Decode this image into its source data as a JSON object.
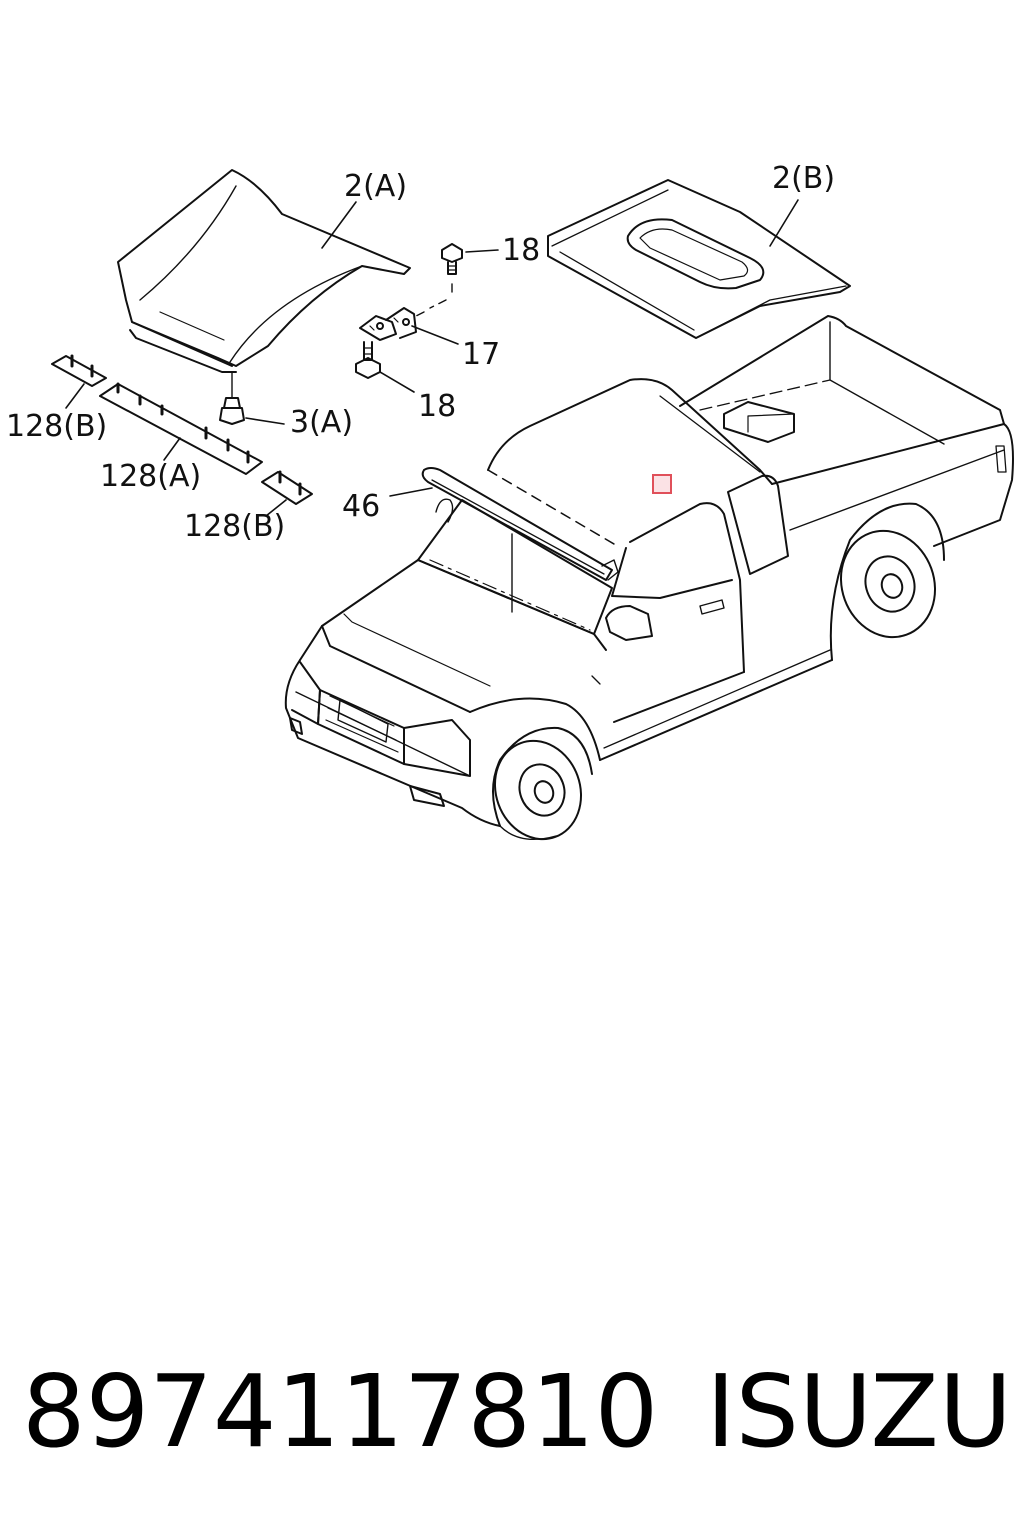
{
  "callouts": {
    "hood_a": "2(A)",
    "hood_b": "2(B)",
    "bolt_top": "18",
    "hinge": "17",
    "bolt_bottom": "18",
    "bumper_stop": "3(A)",
    "weatherstrip_left": "128(B)",
    "weatherstrip_center": "128(A)",
    "weatherstrip_right": "128(B)",
    "deflector": "46"
  },
  "footer": {
    "part_number": "8974117810",
    "brand": "ISUZU"
  },
  "colors": {
    "line": "#111111",
    "highlight": "#e0505a"
  }
}
